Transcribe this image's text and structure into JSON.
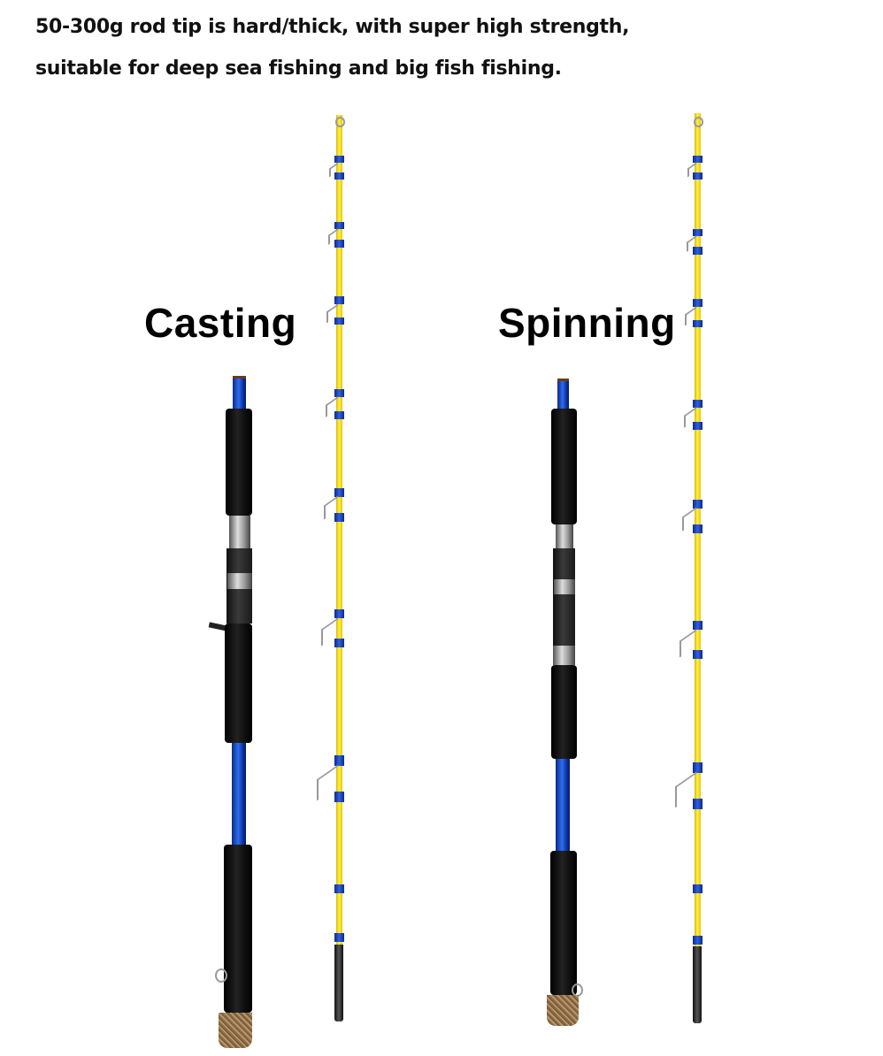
{
  "description": {
    "line1": "50-300g rod tip is hard/thick, with super high strength,",
    "line2": "suitable for deep sea fishing and big fish fishing."
  },
  "products": [
    {
      "label": "Casting"
    },
    {
      "label": "Spinning"
    }
  ],
  "colors": {
    "blank": "#f5dc1a",
    "wrap": "#1a45c8",
    "grip": "#111111"
  }
}
